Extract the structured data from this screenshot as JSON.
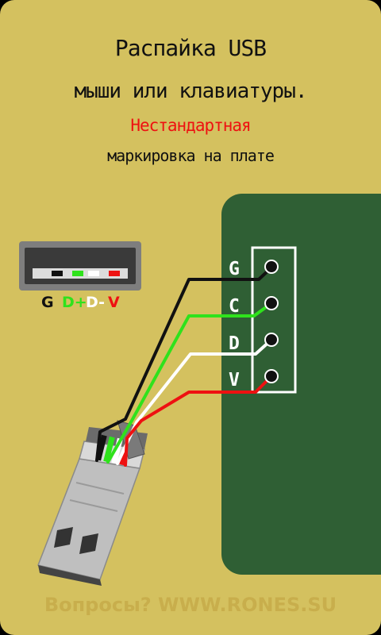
{
  "title_line1": "Распайка USB",
  "title_line2": "мыши или клавиатуры.",
  "subtitle_red": "Нестандартная",
  "subtitle_line": "маркировка на плате",
  "port_pins": [
    {
      "label": "G",
      "color": "#111111"
    },
    {
      "label": "D+",
      "color": "#2fe21c"
    },
    {
      "label": "D-",
      "color": "#ffffff"
    },
    {
      "label": "V",
      "color": "#ee1111"
    }
  ],
  "board_pins": [
    {
      "label": "G"
    },
    {
      "label": "C"
    },
    {
      "label": "D"
    },
    {
      "label": "V"
    }
  ],
  "wire_colors": {
    "black": "#111111",
    "green": "#2fe21c",
    "white": "#ffffff",
    "red": "#ee1111"
  },
  "colors": {
    "background": "#d4c15f",
    "board": "#2f5f34",
    "accent_red": "#ee1111"
  },
  "footer": "Вопросы? WWW.RONES.SU"
}
